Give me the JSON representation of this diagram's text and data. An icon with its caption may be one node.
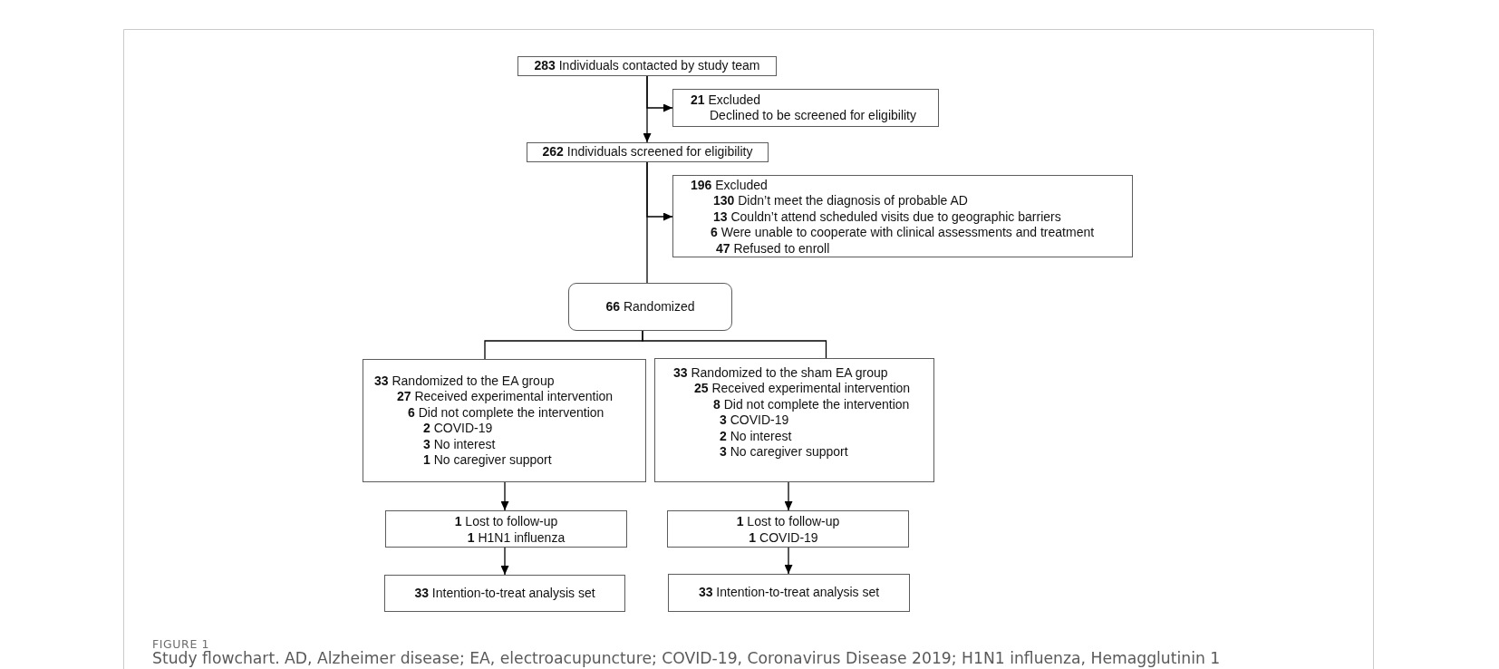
{
  "diagram": {
    "caption": "Study flowchart. AD, Alzheimer disease; EA, electroacupuncture; COVID-19, Coronavirus Disease 2019; H1N1 influenza, Hemagglutinin 1",
    "nodes": [
      {
        "text": [
          "**283** Individuals contacted by study team"
        ]
      },
      {
        "text": [
          "**21** Excluded",
          "Declined to be screened for eligibility"
        ]
      },
      {
        "text": [
          "**262** Individuals screened for eligibility"
        ]
      },
      {
        "text": [
          "**196** Excluded",
          "**130** Didn’t meet the diagnosis of probable AD",
          "**13** Couldn’t attend scheduled visits due to geographic barriers",
          "**6** Were unable to cooperate with clinical assessments and treatment",
          "**47** Refused to enroll"
        ]
      },
      {
        "text": [
          "**66** Randomized"
        ]
      },
      {
        "text": [
          "**33** Randomized to the EA group",
          "**27** Received experimental intervention",
          "**6** Did not complete the intervention",
          "**2** COVID-19",
          "**3** No interest",
          "**1** No caregiver support"
        ]
      },
      {
        "text": [
          "**33** Randomized to the sham EA group",
          "**25** Received experimental intervention",
          "**8** Did not complete the intervention",
          "**3** COVID-19",
          "**2** No interest",
          "**3** No caregiver support"
        ]
      },
      {
        "text": [
          "**1** Lost to follow-up",
          "**1** H1N1 influenza"
        ]
      },
      {
        "text": [
          "**1** Lost to follow-up",
          "**1** COVID-19"
        ]
      },
      {
        "text": [
          "**33** Intention-to-treat analysis set"
        ]
      },
      {
        "text": [
          "**33** Intention-to-treat analysis set"
        ]
      }
    ],
    "edges": [
      {
        "from": 0,
        "to": 2,
        "arrow": "to"
      },
      {
        "from": 0,
        "to": 1,
        "arrow": "to"
      },
      {
        "from": 2,
        "to": 4,
        "arrow": "none"
      },
      {
        "from": 2,
        "to": 3,
        "arrow": "to"
      },
      {
        "from": 4,
        "to": 5,
        "arrow": "none"
      },
      {
        "from": 4,
        "to": 6,
        "arrow": "none"
      },
      {
        "from": 5,
        "to": 7,
        "arrow": "to"
      },
      {
        "from": 7,
        "to": 9,
        "arrow": "to"
      },
      {
        "from": 6,
        "to": 8,
        "arrow": "to"
      },
      {
        "from": 8,
        "to": 10,
        "arrow": "to"
      }
    ],
    "labels": [
      "FIGURE 1"
    ]
  }
}
